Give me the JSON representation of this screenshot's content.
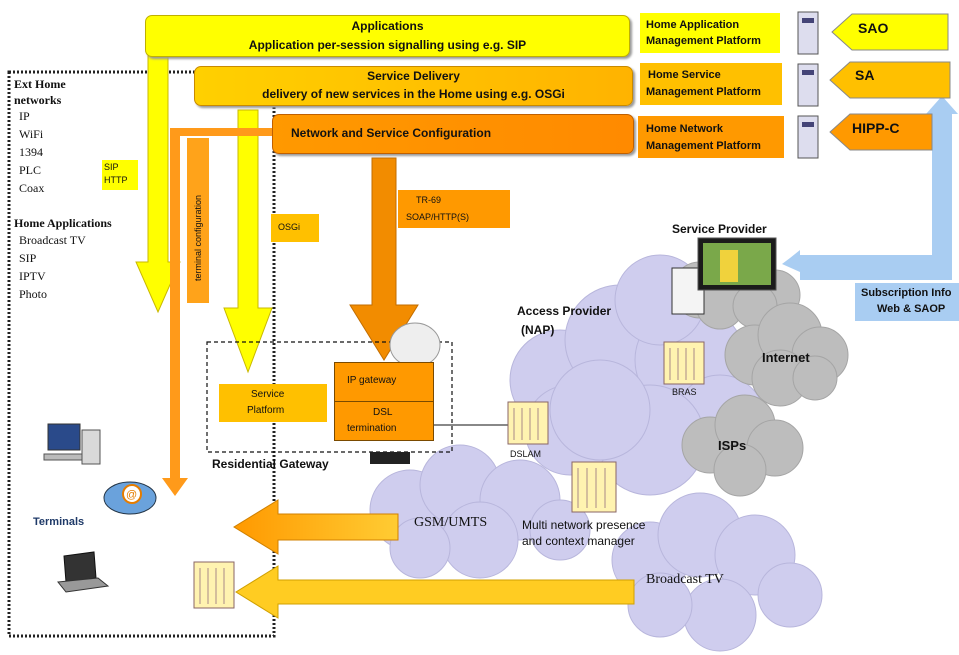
{
  "bars": {
    "applications_title": "Applications",
    "applications_sub": "Application per-session signalling using e.g. SIP",
    "service_delivery_title": "Service Delivery",
    "service_delivery_sub": "delivery of new services in the Home using e.g. OSGi",
    "network_config": "Network and Service Configuration"
  },
  "platforms": {
    "app_mgmt_1": "Home Application",
    "app_mgmt_2": "Management Platform",
    "svc_mgmt_1": "Home Service",
    "svc_mgmt_2": "Management Platform",
    "net_mgmt_1": "Home Network",
    "net_mgmt_2": "Management Platform"
  },
  "tags": {
    "sao": "SAO",
    "sa": "SA",
    "hipp": "HIPP-C"
  },
  "home": {
    "ext_title_1": "Ext Home",
    "ext_title_2": "networks",
    "ext_items": [
      "IP",
      "WiFi",
      "1394",
      "PLC",
      "Coax"
    ],
    "apps_title": "Home Applications",
    "apps_items": [
      "Broadcast TV",
      "SIP",
      "IPTV",
      "Photo"
    ],
    "terminals": "Terminals"
  },
  "labels": {
    "sip": "SIP",
    "http": "HTTP",
    "terminal_config": "terminal configuration",
    "osgi": "OSGi",
    "tr69_1": "TR-69",
    "tr69_2": "SOAP/HTTP(S)",
    "service_platform_1": "Service",
    "service_platform_2": "Platform",
    "ip_gateway": "IP gateway",
    "dsl_1": "DSL",
    "dsl_2": "termination",
    "residential_gateway": "Residential Gateway"
  },
  "network": {
    "service_provider": "Service Provider",
    "subscription_1": "Subscription Info",
    "subscription_2": "Web & SAOP",
    "access_provider_1": "Access Provider",
    "access_provider_2": "(NAP)",
    "internet": "Internet",
    "bras": "BRAS",
    "isps": "ISPs",
    "dslam": "DSLAM",
    "gsm": "GSM/UMTS",
    "multi_1": "Multi network presence",
    "multi_2": "and context manager",
    "broadcast": "Broadcast TV"
  },
  "colors": {
    "yellow": "#ffff00",
    "gold": "#ffc000",
    "orange": "#ff9900",
    "dark_orange": "#f79646",
    "cloud": "#cdccf0",
    "grey_cloud": "#bfbfbf",
    "blue_arrow": "#a6cbf0"
  }
}
